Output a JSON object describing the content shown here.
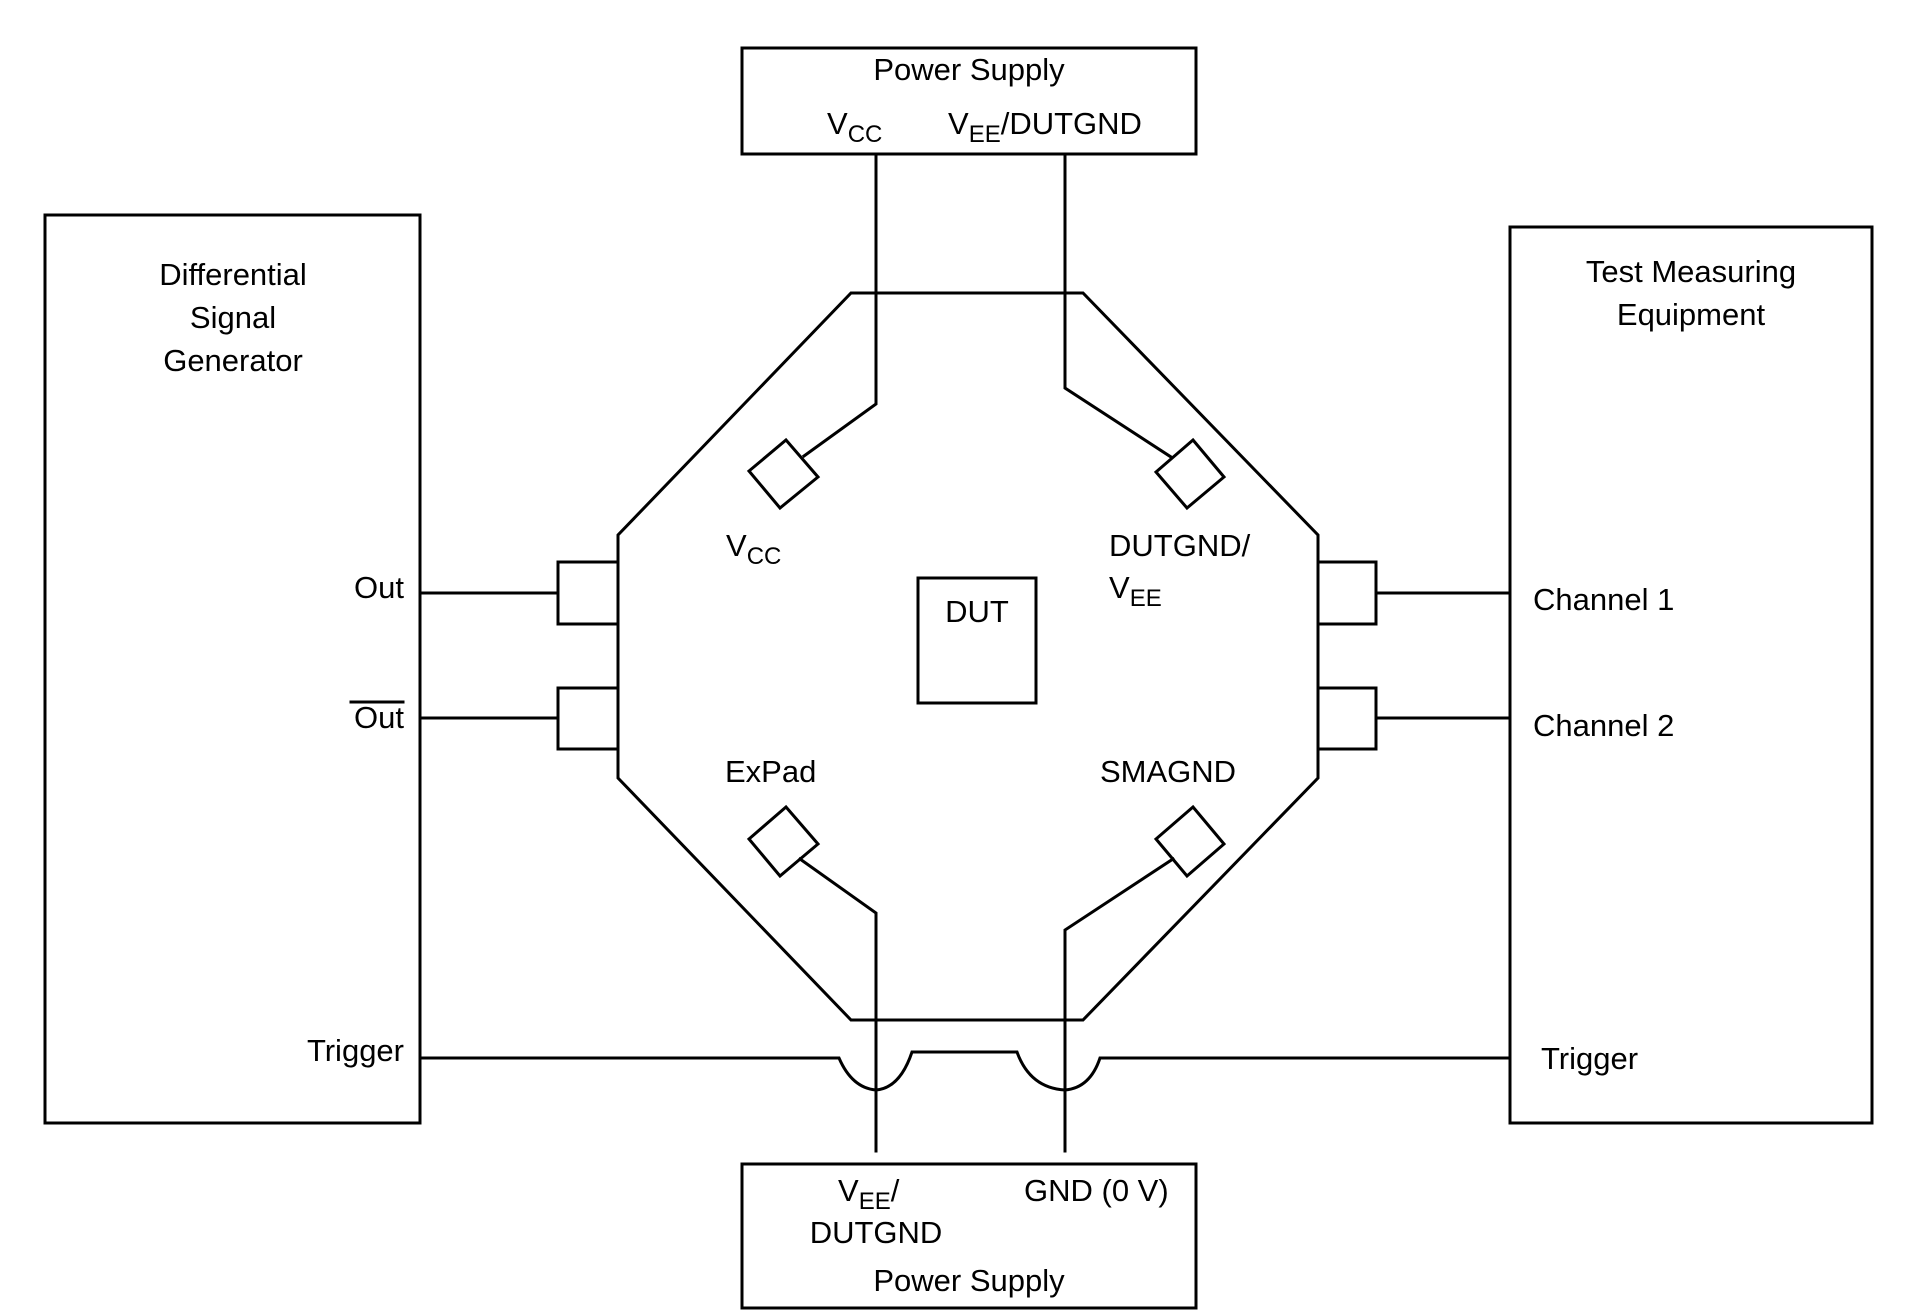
{
  "diagram": {
    "blocks": {
      "top_power_supply": {
        "title": "Power Supply",
        "pins": [
          {
            "main": "V",
            "sub": "CC",
            "suffix": ""
          },
          {
            "main": "V",
            "sub": "EE",
            "suffix": "/DUTGND"
          }
        ]
      },
      "signal_generator": {
        "title_lines": [
          "Differential",
          "Signal",
          "Generator"
        ],
        "ports": [
          "Out",
          "Out",
          "Trigger"
        ],
        "port_overline": [
          false,
          true,
          false
        ]
      },
      "test_equipment": {
        "title_lines": [
          "Test Measuring",
          "Equipment"
        ],
        "ports": [
          "Channel 1",
          "Channel 2",
          "Trigger"
        ]
      },
      "dut_board": {
        "dut_label": "DUT",
        "pads": [
          {
            "main": "V",
            "sub": "CC",
            "line2": ""
          },
          {
            "main": "DUTGND/",
            "sub": "",
            "line2_main": "V",
            "line2_sub": "EE"
          },
          {
            "main": "ExPad"
          },
          {
            "main": "SMAGND"
          }
        ]
      },
      "bottom_power_supply": {
        "title": "Power Supply",
        "pins": [
          {
            "main": "V",
            "sub": "EE",
            "suffix": "/",
            "line2": "DUTGND"
          },
          {
            "main": "GND (0 V)"
          }
        ]
      }
    },
    "connections": [
      {
        "from": "Out",
        "to": "DUT board left connector 1"
      },
      {
        "from": "Out (inverted)",
        "to": "DUT board left connector 2"
      },
      {
        "from": "DUT board right connector 1",
        "to": "Channel 1"
      },
      {
        "from": "DUT board right connector 2",
        "to": "Channel 2"
      },
      {
        "from": "Trigger (generator)",
        "to": "Trigger (equipment)"
      },
      {
        "from": "Power Supply VCC",
        "to": "VCC pad"
      },
      {
        "from": "Power Supply VEE/DUTGND",
        "to": "DUTGND/VEE pad"
      },
      {
        "from": "ExPad",
        "to": "Power Supply VEE/DUTGND"
      },
      {
        "from": "SMAGND",
        "to": "Power Supply GND (0 V)"
      }
    ]
  }
}
